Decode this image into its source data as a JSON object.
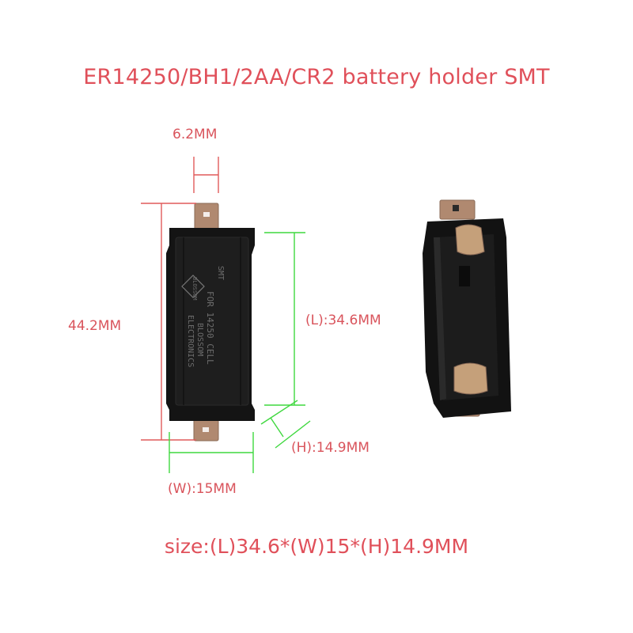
{
  "title": "ER14250/BH1/2AA/CR2 battery holder SMT",
  "dimensions": {
    "pad_width": "6.2MM",
    "overall_length": "44.2MM",
    "length": "(L):34.6MM",
    "height": "(H):14.9MM",
    "width": "(W):15MM"
  },
  "size_summary": "size:(L)34.6*(W)15*(H)14.9MM",
  "markings": {
    "line1": "SMT",
    "line2": "FOR 14250 CELL",
    "line3": "BLOSSOM",
    "line4": "ELECTRONICS",
    "logo": "BLOSSOM"
  },
  "colors": {
    "text": "#e0505a",
    "red_dimension": "#e05a5a",
    "green_dimension": "#3fd83f",
    "holder_body": "#151515",
    "pad_metal": "#b08970"
  }
}
